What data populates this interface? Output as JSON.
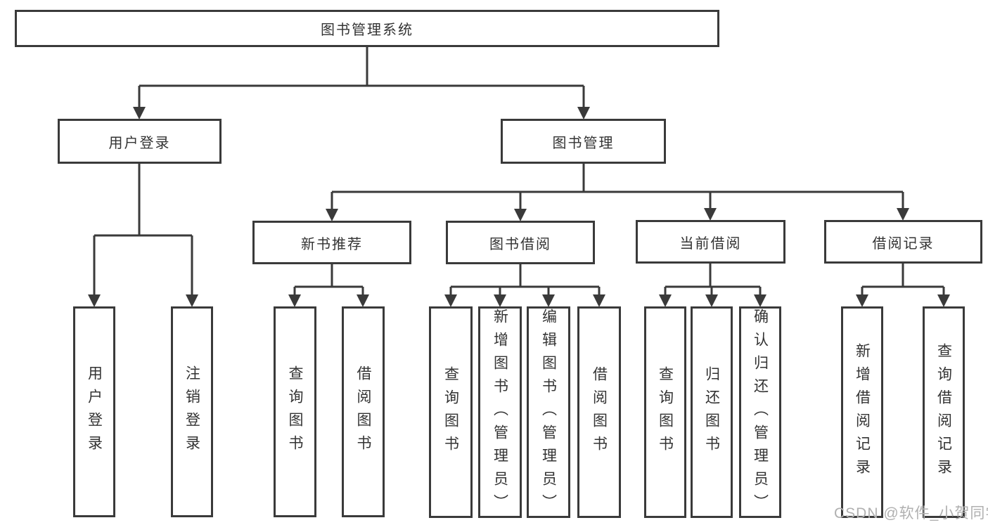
{
  "tree": {
    "root": "图书管理系统",
    "level2": [
      {
        "label": "用户登录"
      },
      {
        "label": "图书管理"
      }
    ],
    "level3": [
      {
        "label": "新书推荐"
      },
      {
        "label": "图书借阅"
      },
      {
        "label": "当前借阅"
      },
      {
        "label": "借阅记录"
      }
    ],
    "leaves": {
      "userLogin": [
        "用户登录",
        "注销登录"
      ],
      "newBookRecommend": [
        "查询图书",
        "借阅图书"
      ],
      "bookBorrow": [
        "查询图书",
        "新增图书（管理员）",
        "编辑图书（管理员）",
        "借阅图书"
      ],
      "currentBorrow": [
        "查询图书",
        "归还图书",
        "确认归还（管理员）"
      ],
      "borrowRecords": [
        "新增借阅记录",
        "查询借阅记录"
      ]
    }
  },
  "watermark": "CSDN @软件_小贺同学",
  "colors": {
    "line": "#3a3a3a",
    "text": "#333333",
    "box_fill": "#ffffff",
    "watermark": "#b0b0b0"
  }
}
